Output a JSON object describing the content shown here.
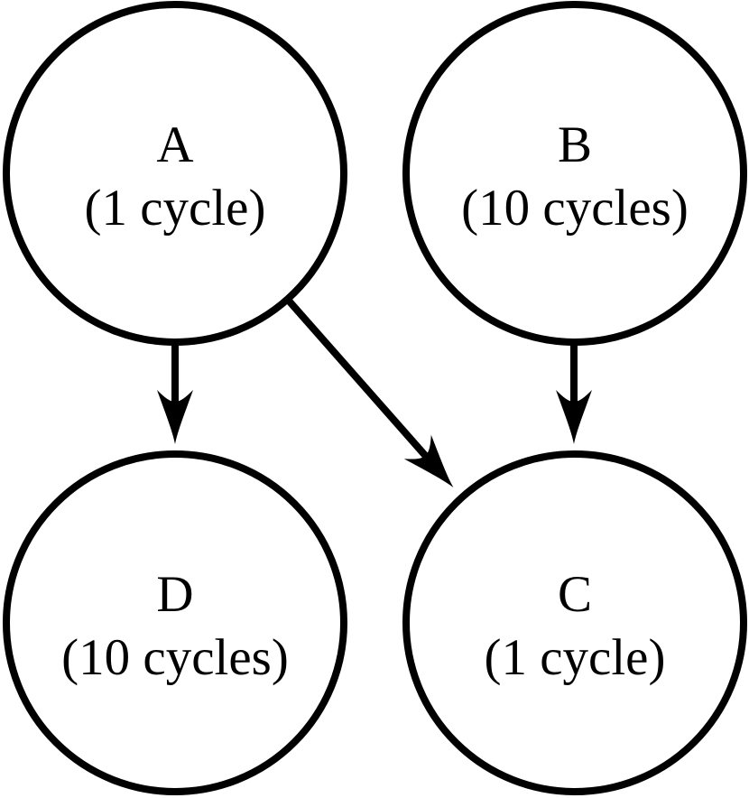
{
  "diagram": {
    "title": "task-dependency-graph",
    "colors": {
      "node_fill": "#ffffff",
      "node_stroke": "#000000",
      "edge": "#000000",
      "background": "#ffffff"
    },
    "nodes": [
      {
        "id": "A",
        "label": "A",
        "sublabel": "(1 cycle)",
        "position": "top-left"
      },
      {
        "id": "B",
        "label": "B",
        "sublabel": "(10 cycles)",
        "position": "top-right"
      },
      {
        "id": "D",
        "label": "D",
        "sublabel": "(10 cycles)",
        "position": "bottom-left"
      },
      {
        "id": "C",
        "label": "C",
        "sublabel": "(1 cycle)",
        "position": "bottom-right"
      }
    ],
    "edges": [
      {
        "from": "A",
        "to": "D",
        "style": "arrow"
      },
      {
        "from": "A",
        "to": "C",
        "style": "arrow"
      },
      {
        "from": "B",
        "to": "C",
        "style": "arrow"
      }
    ]
  }
}
